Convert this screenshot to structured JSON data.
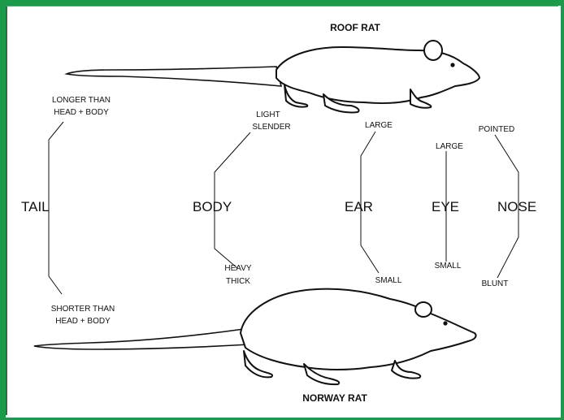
{
  "diagram": {
    "roof_rat_title": "ROOF RAT",
    "norway_rat_title": "NORWAY RAT",
    "tail": {
      "label": "TAIL",
      "top": [
        "LONGER THAN",
        "HEAD + BODY"
      ],
      "bottom": [
        "SHORTER THAN",
        "HEAD + BODY"
      ]
    },
    "body": {
      "label": "BODY",
      "top": [
        "LIGHT",
        "SLENDER"
      ],
      "bottom": [
        "HEAVY",
        "THICK"
      ]
    },
    "ear": {
      "label": "EAR",
      "top": "LARGE",
      "bottom": "SMALL"
    },
    "eye": {
      "label": "EYE",
      "top": "LARGE",
      "bottom": "SMALL"
    },
    "nose": {
      "label": "NOSE",
      "top": "POINTED",
      "bottom": "BLUNT"
    }
  },
  "colors": {
    "frame": "#1a9a4a",
    "ink": "#111111"
  }
}
